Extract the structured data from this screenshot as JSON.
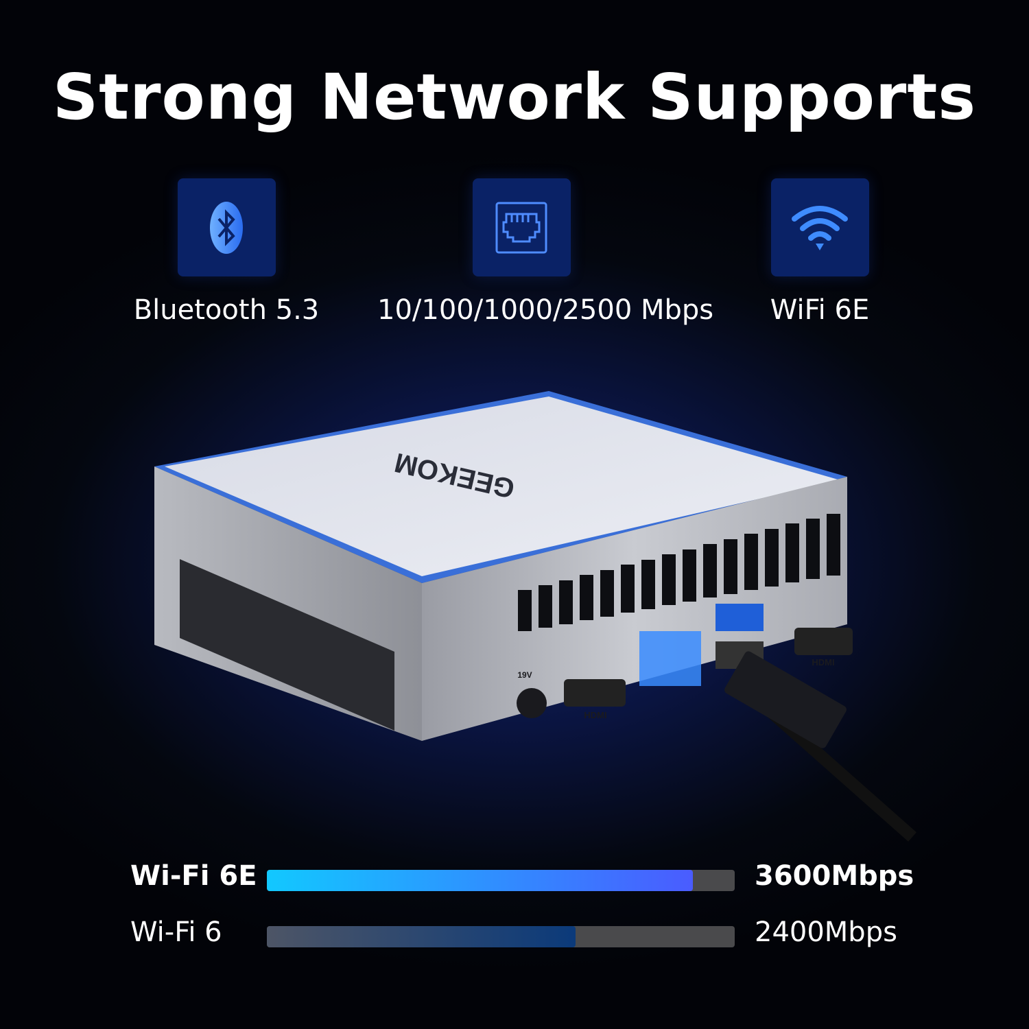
{
  "title": "Strong Network Supports",
  "features": [
    {
      "icon": "bluetooth-icon",
      "label": "Bluetooth 5.3"
    },
    {
      "icon": "ethernet-port-icon",
      "label": "10/100/1000/2500 Mbps"
    },
    {
      "icon": "wifi-icon",
      "label": "WiFi 6E"
    }
  ],
  "device": {
    "brand": "GEEKOM",
    "port_labels": {
      "hdmi": "HDMI",
      "power": "19V"
    }
  },
  "comparison": [
    {
      "label": "Wi-Fi 6E",
      "value": "3600Mbps",
      "fill_percent": 91,
      "colors": [
        "#12c8ff",
        "#4a5cff"
      ]
    },
    {
      "label": "Wi-Fi 6",
      "value": "2400Mbps",
      "fill_percent": 66,
      "colors": [
        "#4d5566",
        "#0b3a7a"
      ]
    }
  ],
  "colors": {
    "accent": "#2f8cff",
    "tile": "#0a2266"
  }
}
